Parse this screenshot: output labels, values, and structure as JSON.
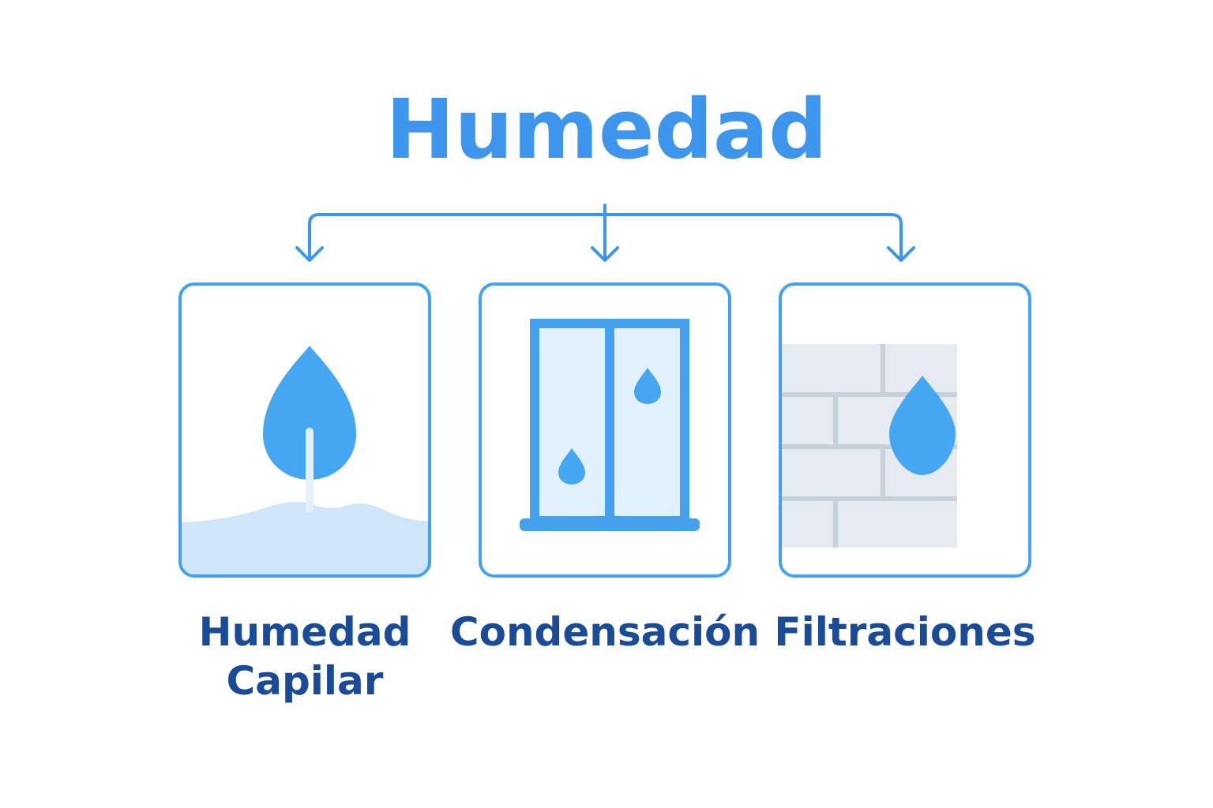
{
  "diagram": {
    "title": "Humedad",
    "colors": {
      "title": "#3e96ec",
      "accent": "#44a0f0",
      "drop": "#45a6f2",
      "label": "#1a4b96",
      "light_fill": "#cfe5f8",
      "wall": "#e6ebf1"
    },
    "categories": [
      {
        "label": "Humedad Capilar",
        "icon": "rising-damp-drop-icon"
      },
      {
        "label": "Condensación",
        "icon": "window-condensation-icon"
      },
      {
        "label": "Filtraciones",
        "icon": "brick-wall-leak-icon"
      }
    ]
  }
}
